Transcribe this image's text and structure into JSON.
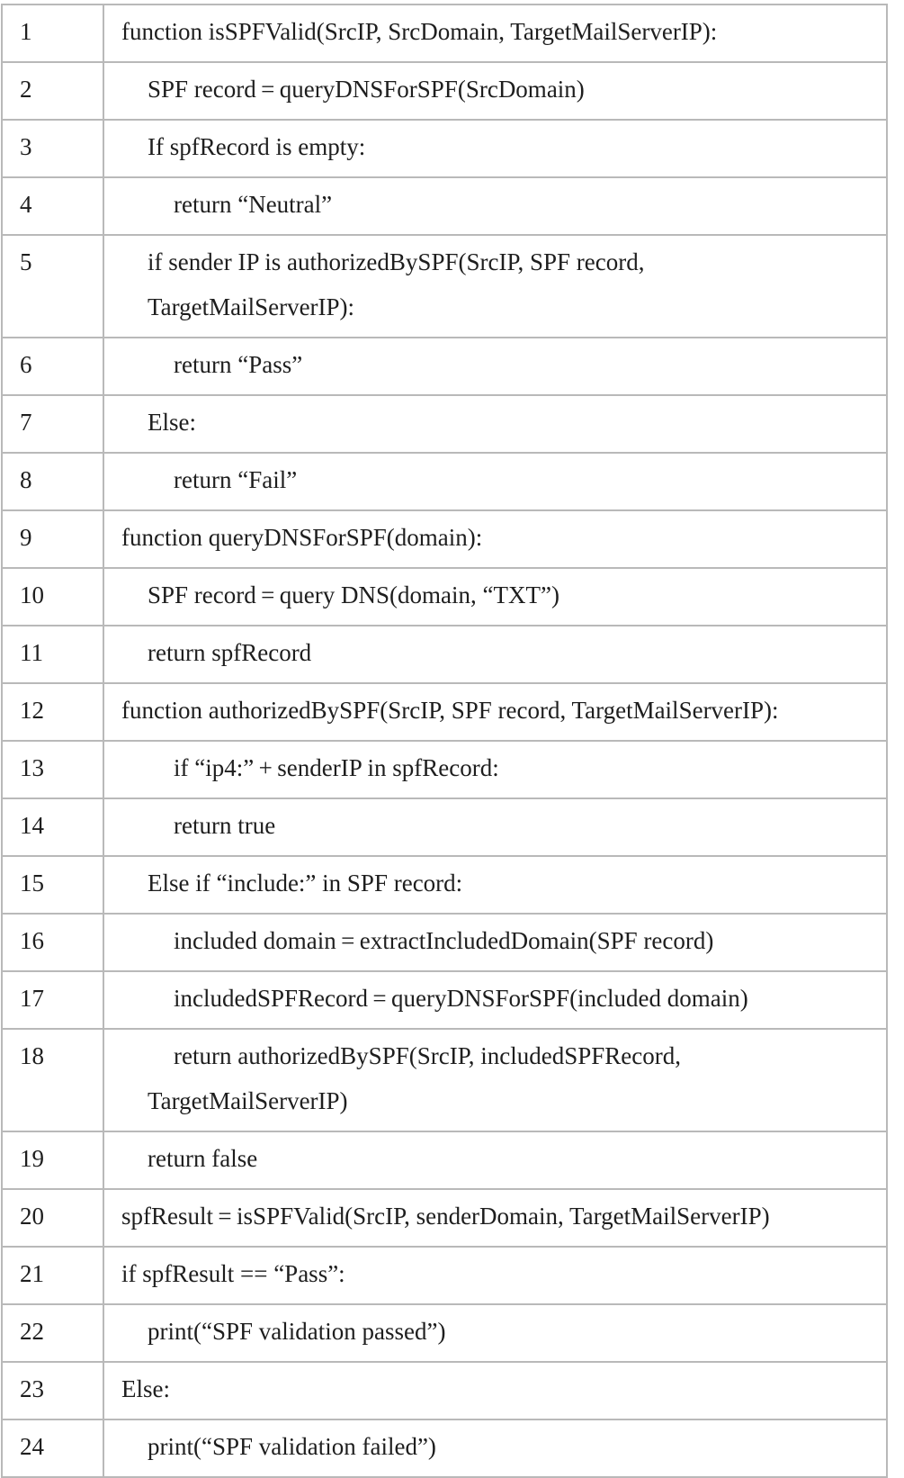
{
  "listing": {
    "rows": [
      {
        "num": "1",
        "lines": [
          "function isSPFValid(SrcIP, SrcDomain, TargetMailServerIP):"
        ],
        "indent": [
          0
        ]
      },
      {
        "num": "2",
        "lines": [
          "SPF record = queryDNSForSPF(SrcDomain)"
        ],
        "indent": [
          1
        ]
      },
      {
        "num": "3",
        "lines": [
          "If spfRecord is empty:"
        ],
        "indent": [
          1
        ]
      },
      {
        "num": "4",
        "lines": [
          "return “Neutral”"
        ],
        "indent": [
          2
        ]
      },
      {
        "num": "5",
        "lines": [
          "if sender IP is authorizedBySPF(SrcIP, SPF record,",
          "TargetMailServerIP):"
        ],
        "indent": [
          1,
          1
        ]
      },
      {
        "num": "6",
        "lines": [
          "return “Pass”"
        ],
        "indent": [
          2
        ]
      },
      {
        "num": "7",
        "lines": [
          "Else:"
        ],
        "indent": [
          1
        ]
      },
      {
        "num": "8",
        "lines": [
          "return “Fail”"
        ],
        "indent": [
          2
        ]
      },
      {
        "num": "9",
        "lines": [
          "function queryDNSForSPF(domain):"
        ],
        "indent": [
          0
        ]
      },
      {
        "num": "10",
        "lines": [
          "SPF record = query DNS(domain, “TXT”)"
        ],
        "indent": [
          1
        ]
      },
      {
        "num": "11",
        "lines": [
          "return spfRecord"
        ],
        "indent": [
          1
        ]
      },
      {
        "num": "12",
        "lines": [
          "function authorizedBySPF(SrcIP, SPF record, TargetMailServerIP):"
        ],
        "indent": [
          0
        ]
      },
      {
        "num": "13",
        "lines": [
          "if “ip4:” + senderIP in spfRecord:"
        ],
        "indent": [
          2
        ]
      },
      {
        "num": "14",
        "lines": [
          "return true"
        ],
        "indent": [
          2
        ]
      },
      {
        "num": "15",
        "lines": [
          "Else if “include:” in SPF record:"
        ],
        "indent": [
          1
        ]
      },
      {
        "num": "16",
        "lines": [
          "included domain = extractIncludedDomain(SPF record)"
        ],
        "indent": [
          2
        ]
      },
      {
        "num": "17",
        "lines": [
          "includedSPFRecord = queryDNSForSPF(included domain)"
        ],
        "indent": [
          2
        ]
      },
      {
        "num": "18",
        "lines": [
          "return authorizedBySPF(SrcIP, includedSPFRecord,",
          "TargetMailServerIP)"
        ],
        "indent": [
          2,
          1
        ]
      },
      {
        "num": "19",
        "lines": [
          "return false"
        ],
        "indent": [
          1
        ]
      },
      {
        "num": "20",
        "lines": [
          "spfResult = isSPFValid(SrcIP, senderDomain, TargetMailServerIP)"
        ],
        "indent": [
          0
        ]
      },
      {
        "num": "21",
        "lines": [
          "if spfResult == “Pass”:"
        ],
        "indent": [
          0
        ]
      },
      {
        "num": "22",
        "lines": [
          "print(“SPF validation passed”)"
        ],
        "indent": [
          1
        ]
      },
      {
        "num": "23",
        "lines": [
          "Else:"
        ],
        "indent": [
          0
        ]
      },
      {
        "num": "24",
        "lines": [
          "print(“SPF validation failed”)"
        ],
        "indent": [
          1
        ]
      }
    ]
  }
}
